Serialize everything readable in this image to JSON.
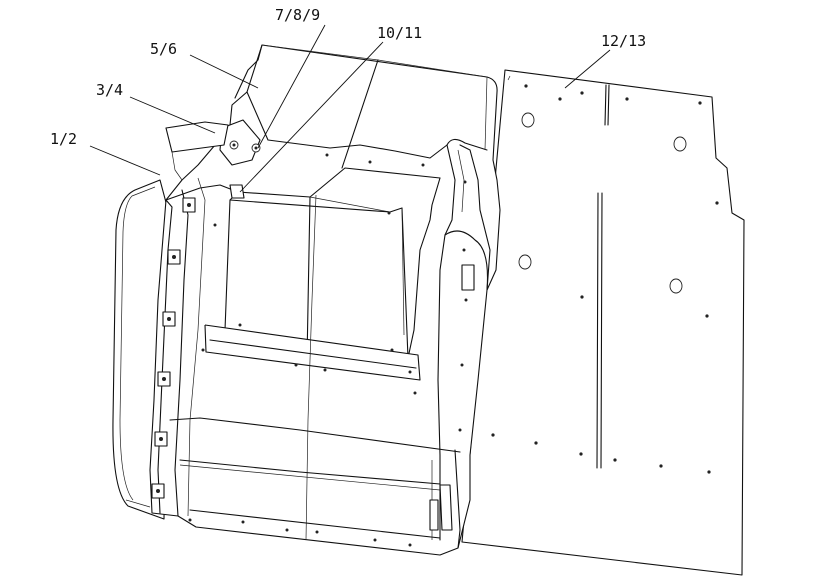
{
  "diagram": {
    "callouts": [
      {
        "id": "c-7-8-9",
        "label": "7/8/9"
      },
      {
        "id": "c-10-11",
        "label": "10/11"
      },
      {
        "id": "c-5-6",
        "label": "5/6"
      },
      {
        "id": "c-12-13",
        "label": "12/13"
      },
      {
        "id": "c-3-4",
        "label": "3/4"
      },
      {
        "id": "c-1-2",
        "label": "1/2"
      }
    ]
  }
}
